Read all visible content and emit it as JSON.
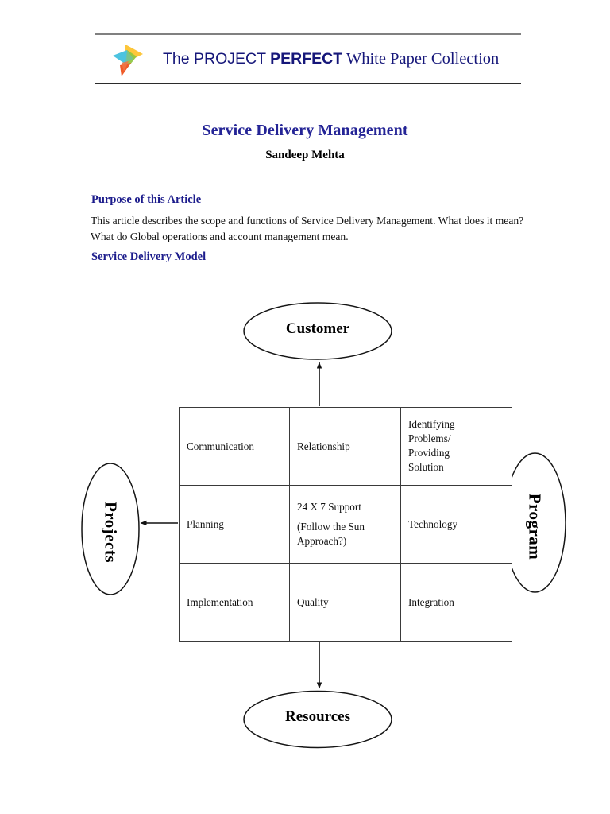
{
  "header": {
    "brand_prefix": "The ",
    "brand_project": "PROJECT ",
    "brand_perfect": "PERFECT",
    "brand_suffix": " White Paper Collection",
    "logo_name": "project-perfect-arrow-logo"
  },
  "document": {
    "title": "Service Delivery Management",
    "author": "Sandeep Mehta",
    "title_color": "#242496",
    "heading_color": "#1c1c8c"
  },
  "sections": [
    {
      "heading": "Purpose of this Article",
      "body": "This article describes the scope and functions of Service Delivery Management.  What does it mean?  What do Global operations and account management mean."
    },
    {
      "heading": "Service Delivery Model",
      "body": ""
    }
  ],
  "diagram": {
    "nodes": {
      "top": "Customer",
      "bottom": "Resources",
      "left": "Projects",
      "right": "Program"
    },
    "arrows": [
      {
        "name": "arrow-to-customer",
        "direction": "up"
      },
      {
        "name": "arrow-to-resources",
        "direction": "down"
      },
      {
        "name": "arrow-to-projects",
        "direction": "left"
      },
      {
        "name": "arrow-to-program",
        "direction": "right"
      }
    ],
    "matrix": {
      "rows": [
        {
          "col_a": "Communication",
          "col_b": "Relationship",
          "col_c_lines": [
            "Identifying",
            "Problems/",
            "Providing",
            "Solution"
          ]
        },
        {
          "col_a": "Planning",
          "col_b_lines": [
            "24 X 7 Support",
            "(Follow the Sun",
            "Approach?)"
          ],
          "col_c": "Technology"
        },
        {
          "col_a": "Implementation",
          "col_b": "Quality",
          "col_c": "Integration"
        }
      ]
    }
  }
}
